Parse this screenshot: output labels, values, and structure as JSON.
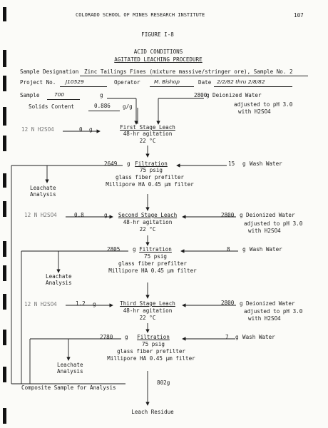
{
  "header": {
    "institute": "COLORADO SCHOOL OF MINES RESEARCH INSTITUTE",
    "page_number": "107"
  },
  "figure": {
    "label": "FIGURE I-8",
    "subtitle": "ACID CONDITIONS",
    "title": "AGITATED LEACHING PROCEDURE"
  },
  "info": {
    "sample_designation_label": "Sample Designation",
    "sample_designation_value": "Zinc Tailings Fines (mixture massive/stringer ore), Sample No. 2",
    "project_label": "Project No.",
    "project_value": "J10529",
    "operator_label": "Operator",
    "operator_value": "M. Bishop",
    "date_label": "Date",
    "date_value": "2/2/82 thru 2/8/82"
  },
  "feed": {
    "sample_label": "Sample",
    "sample_value": "700",
    "sample_unit": "g",
    "solids_label": "Solids Content",
    "solids_value": "0.886",
    "solids_unit": "g/g",
    "water_value": "2800",
    "water_unit": "g",
    "water_label": "Deionized Water",
    "water_note_1": "adjusted to pH 3.0",
    "water_note_2": "with H2SO4"
  },
  "stage1": {
    "acid_label": "12 N H2SO4",
    "acid_value": "0",
    "acid_unit": "g",
    "title": "First Stage Leach",
    "agitation": "48-hr agitation",
    "temp": "22 °C"
  },
  "filtration1": {
    "in_value": "2649",
    "unit": "g",
    "title": "Filtration",
    "pressure": "75 psig",
    "prefilter": "glass fiber prefilter",
    "filter": "Millipore HA 0.45 µm filter",
    "wash_value": "15",
    "wash_unit": "g",
    "wash_label": "Wash Water",
    "leachate_1": "Leachate",
    "leachate_2": "Analysis"
  },
  "stage2": {
    "acid_label": "12 N H2SO4",
    "acid_value": "0.8",
    "acid_unit": "g",
    "title": "Second Stage Leach",
    "agitation": "48-hr agitation",
    "temp": "22 °C",
    "water_value": "2800",
    "water_unit": "g",
    "water_label": "Deionized Water",
    "water_note_1": "adjusted to pH 3.0",
    "water_note_2": "with H2SO4"
  },
  "filtration2": {
    "in_value": "2805",
    "unit": "g",
    "title": "Filtration",
    "pressure": "75 psig",
    "prefilter": "glass fiber prefilter",
    "filter": "Millipore HA 0.45 µm filter",
    "wash_value": "8",
    "wash_unit": "g",
    "wash_label": "Wash Water",
    "leachate_1": "Leachate",
    "leachate_2": "Analysis"
  },
  "stage3": {
    "acid_label": "12 N H2SO4",
    "acid_value": "1.2",
    "acid_unit": "g",
    "title": "Third Stage Leach",
    "agitation": "48-hr agitation",
    "temp": "22 °C",
    "water_value": "2800",
    "water_unit": "g",
    "water_label": "Deionized Water",
    "water_note_1": "adjusted to pH 3.0",
    "water_note_2": "with H2SO4"
  },
  "filtration3": {
    "in_value": "2780",
    "unit": "g",
    "title": "Filtration",
    "pressure": "75 psig",
    "prefilter": "glass fiber prefilter",
    "filter": "Millipore HA 0.45 µm filter",
    "wash_value": "7",
    "wash_unit": "g",
    "wash_label": "Wash Water",
    "leachate_1": "Leachate",
    "leachate_2": "Analysis"
  },
  "footer": {
    "composite": "Composite Sample for Analysis",
    "residue_value": "802g",
    "residue_label": "Leach Residue"
  }
}
